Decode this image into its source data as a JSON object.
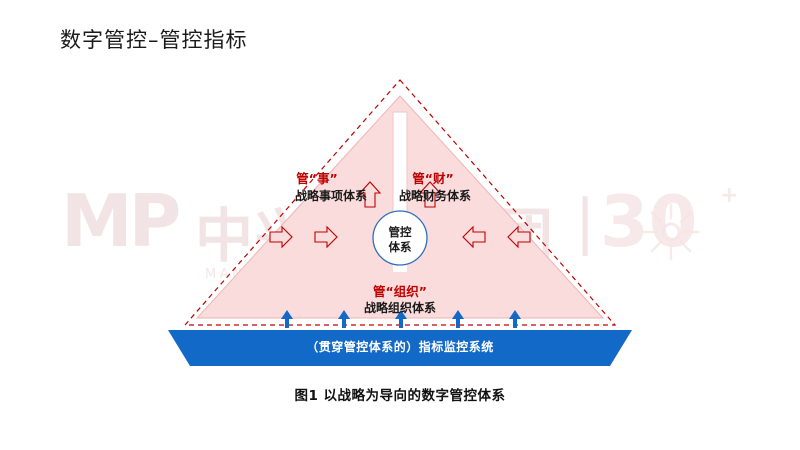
{
  "page": {
    "title": "数字管控–管控指标",
    "caption": "图1 以战略为导向的数字管控体系"
  },
  "watermark": {
    "logo_letters": "MP",
    "company_cn": "中兴经略集团",
    "divider": "|",
    "anniversary": "30",
    "plus": "+",
    "tagline": "MANAGEMENT PROFESSIONAL GROUP",
    "star_icon": "sunburst-icon"
  },
  "diagram": {
    "type": "pyramid-strategy-diagram",
    "colors": {
      "pyramid_fill": "#fbdcdc",
      "pyramid_stroke": "#e8a6a6",
      "dashed_outline": "#c00000",
      "arrow_fill": "#fbdcdc",
      "arrow_stroke": "#c00000",
      "band_fill": "#1269c7",
      "band_arrow": "#1269c7",
      "core_circle_stroke": "#2f6fba",
      "label_red": "#c00000",
      "label_dark": "#1a1a1a",
      "title_color": "#1a1a1a"
    },
    "left_pillar": {
      "quoted_label": "管“事”",
      "system_label": "战略事项体系"
    },
    "right_pillar": {
      "quoted_label": "管“财”",
      "system_label": "战略财务体系"
    },
    "bottom_pillar": {
      "quoted_label": "管“组织”",
      "system_label": "战略组织体系"
    },
    "core": {
      "line1": "管控",
      "line2": "体系"
    },
    "base_band": {
      "label": "（贯穿管控体系的）指标监控系统"
    },
    "arrows": {
      "horizontal_count": 4,
      "vertical_up_count": 3,
      "band_up_count": 5
    }
  }
}
